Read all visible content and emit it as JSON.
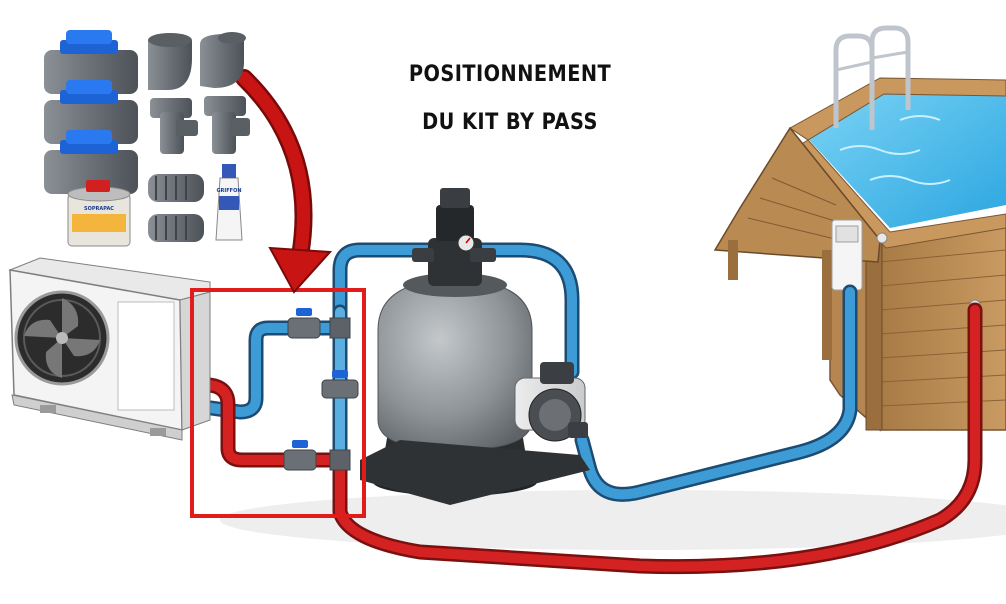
{
  "title": {
    "line1": "POSITIONNEMENT",
    "line2": "DU KIT BY PASS"
  },
  "kit_labels": {
    "can": "SOPRAPAC",
    "tube": "GRIFFON"
  },
  "colors": {
    "hot_pipe": "#d42222",
    "cold_pipe": "#3d9bd6",
    "highlight_box": "#e21b1b",
    "arrow": "#c91414",
    "wood": "#b98a52",
    "water": "#4fc0ee",
    "filter_body": "#8e9397",
    "pvc_grey": "#6e747a",
    "valve_handle": "#1e63d6"
  },
  "icons": [
    "heat-pump-icon",
    "sand-filter-icon",
    "pool-pump-icon",
    "above-ground-wooden-pool-icon",
    "ball-valve-icon",
    "pvc-elbow-icon",
    "pvc-tee-icon",
    "hose-adapter-icon",
    "glue-can-icon",
    "glue-tube-icon",
    "curved-arrow-icon"
  ]
}
